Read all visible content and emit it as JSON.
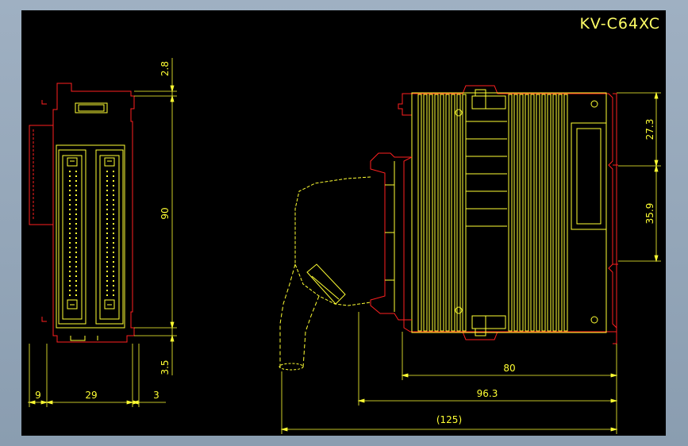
{
  "drawing": {
    "title": "KV-C64XC",
    "colors": {
      "background": "#000000",
      "frame": "#a3b3c4",
      "outline_red": "#ff2020",
      "detail_yellow": "#ffff33",
      "dimension_yellow": "#ffff33",
      "text_yellow": "#ffff66"
    }
  },
  "dimensions": {
    "front": {
      "top_offset": "2.8",
      "height": "90",
      "bottom_offset": "3.5",
      "left_width": "9",
      "body_width": "29",
      "right_width": "3"
    },
    "side": {
      "upper_pitch": "27.3",
      "lower_pitch": "35.9",
      "body_depth": "80",
      "depth_with_connector": "96.3",
      "overall_depth": "(125)"
    }
  }
}
